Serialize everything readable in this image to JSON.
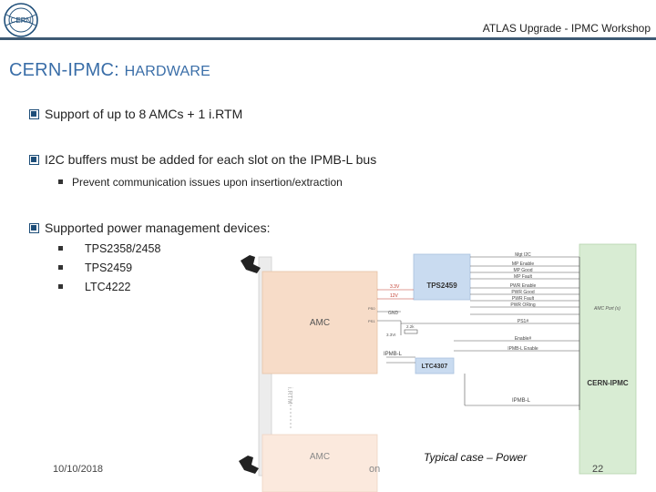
{
  "header": {
    "logo_text": "CERN",
    "title": "ATLAS Upgrade - IPMC Workshop"
  },
  "slide": {
    "title_main": "CERN-IPMC: ",
    "title_sub": "HARDWARE",
    "bullets": [
      "Support of up to 8 AMCs + 1 i.RTM",
      "I2C buffers must be added for each slot on the IPMB-L bus",
      "Supported power management devices:"
    ],
    "sub_bullet": "Prevent communication issues upon insertion/extraction",
    "devices": [
      "TPS2358/2458",
      "TPS2459",
      "LTC4222"
    ]
  },
  "diagram": {
    "amc_label": "AMC",
    "amc2_label": "AMC",
    "tps_label": "TPS2459",
    "ltc_label": "LTC4307",
    "cern_ipmc_label": "CERN-IPMC",
    "amc_port_label": "AMC Port (x)",
    "v33_label": "3.3V",
    "v12_label": "12V",
    "gnd_label": "GND",
    "ps0_label": "PS0",
    "ps1_label": "PS1",
    "r22k_label": "2.2k",
    "v33vi_label": "3.3VI",
    "ipmbl_left_label": "IPMB-L",
    "ipmbl_bottom_label": "IPMB-L",
    "rtm_label": "i.RTM",
    "signals": [
      "Mgt I2C",
      "MP Enable",
      "MP Good",
      "MP Fault",
      "PWR Enable",
      "PWR Good",
      "PWR Fault",
      "PWR ORing",
      "PS1#",
      "Enable#",
      "IPMB-L Enable"
    ]
  },
  "caption": "Typical case – Power",
  "footer": {
    "date": "10/10/2018",
    "mid": "on",
    "page": "22"
  }
}
